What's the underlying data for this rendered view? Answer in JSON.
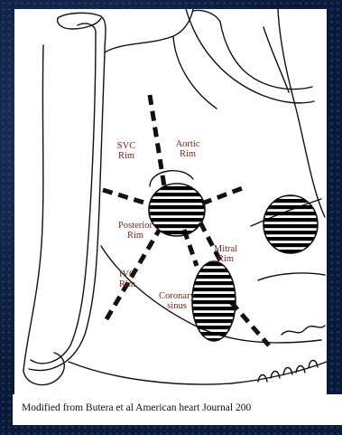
{
  "labels": {
    "svc_rim": "SVC\nRim",
    "aortic_rim": "Aortic\nRim",
    "posterior_rim": "Posterior\nRim",
    "mitral_rim": "Mitral\nRim",
    "ivc_rim": "IVC\nRim",
    "coronary_sinus": "Coronary\nsinus"
  },
  "caption": "Modified from Butera et al American heart Journal 200",
  "colors": {
    "label": "#7a2418",
    "background": "#0a1a3a"
  }
}
